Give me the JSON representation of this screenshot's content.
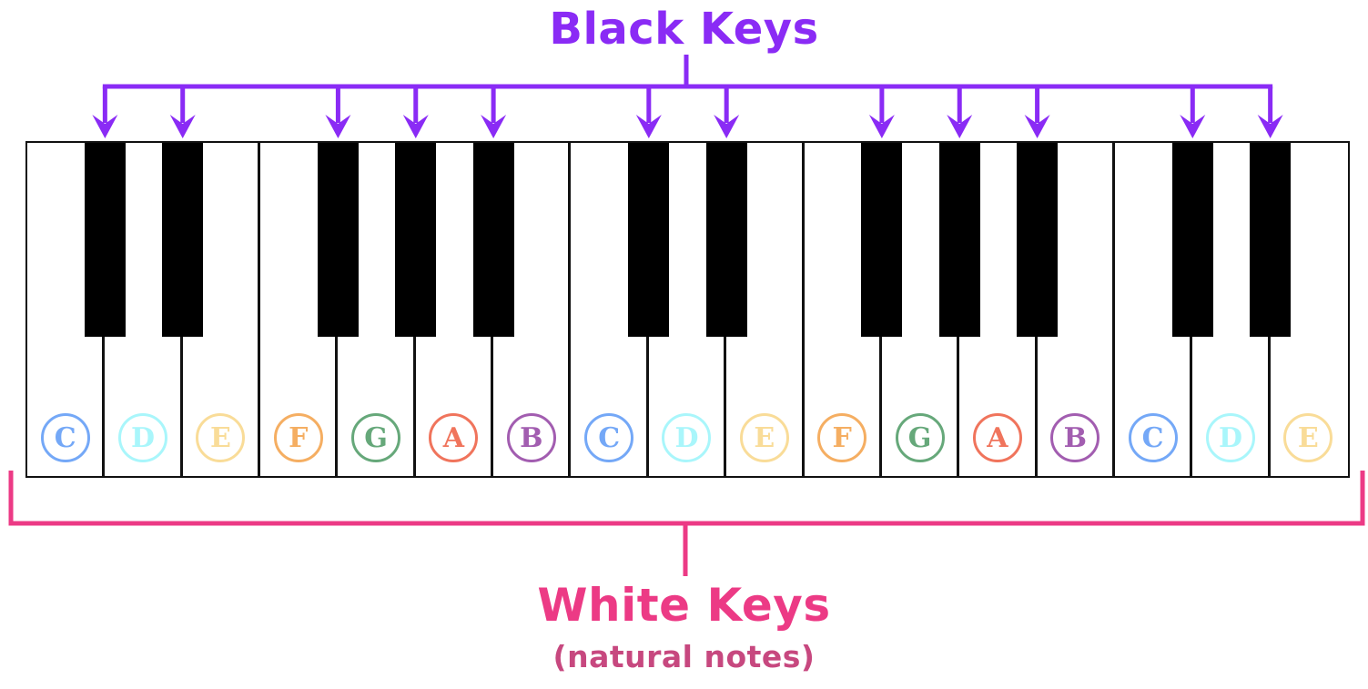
{
  "labels": {
    "black_keys_title": "Black Keys",
    "white_keys_title": "White Keys",
    "white_keys_subtitle": "(natural notes)"
  },
  "colors": {
    "black_keys_accent": "#8A2BF5",
    "white_keys_accent": "#EC3A85",
    "white_keys_subtitle": "#C7487F",
    "key_black": "#000000",
    "key_white": "#FFFFFF",
    "key_outline": "#111111"
  },
  "white_keys": [
    {
      "note": "C",
      "color": "#74A8F7"
    },
    {
      "note": "D",
      "color": "#A9F6FB"
    },
    {
      "note": "E",
      "color": "#F9DC98"
    },
    {
      "note": "F",
      "color": "#F5AE62"
    },
    {
      "note": "G",
      "color": "#66A87A"
    },
    {
      "note": "A",
      "color": "#F0745C"
    },
    {
      "note": "B",
      "color": "#A25DB0"
    },
    {
      "note": "C",
      "color": "#74A8F7"
    },
    {
      "note": "D",
      "color": "#A9F6FB"
    },
    {
      "note": "E",
      "color": "#F9DC98"
    },
    {
      "note": "F",
      "color": "#F5AE62"
    },
    {
      "note": "G",
      "color": "#66A87A"
    },
    {
      "note": "A",
      "color": "#F0745C"
    },
    {
      "note": "B",
      "color": "#A25DB0"
    },
    {
      "note": "C",
      "color": "#74A8F7"
    },
    {
      "note": "D",
      "color": "#A9F6FB"
    },
    {
      "note": "E",
      "color": "#F9DC98"
    }
  ],
  "black_keys_after_white_index": [
    0,
    1,
    3,
    4,
    5,
    7,
    8,
    10,
    11,
    12,
    14,
    15
  ],
  "black_key_count": 12,
  "white_key_count": 17
}
